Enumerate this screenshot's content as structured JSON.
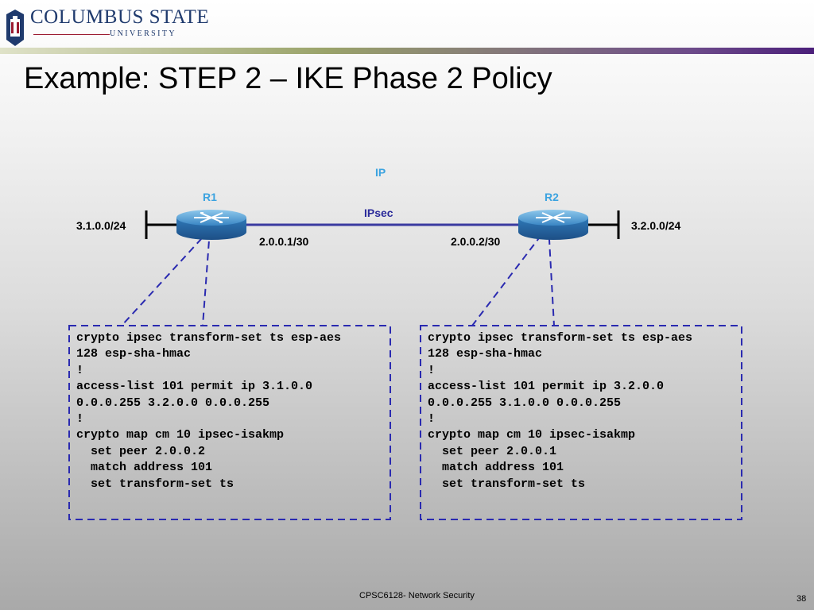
{
  "logo": {
    "line1": "COLUMBUS STATE",
    "line2": "UNIVERSITY"
  },
  "slide": {
    "title": "Example: STEP 2 – IKE Phase 2 Policy"
  },
  "diagram": {
    "ip_label": "IP",
    "ipsec_label": "IPsec",
    "r1": {
      "name": "R1",
      "lan": "3.1.0.0/24",
      "wan_ip": "2.0.0.1/30"
    },
    "r2": {
      "name": "R2",
      "lan": "3.2.0.0/24",
      "wan_ip": "2.0.0.2/30"
    }
  },
  "config_r1": [
    "crypto ipsec transform-set ts esp-aes",
    "128 esp-sha-hmac",
    "!",
    "access-list 101 permit ip 3.1.0.0",
    "0.0.0.255 3.2.0.0 0.0.0.255",
    "!",
    "crypto map cm 10 ipsec-isakmp",
    "  set peer 2.0.0.2",
    "  match address 101",
    "  set transform-set ts"
  ],
  "config_r2": [
    "crypto ipsec transform-set ts esp-aes",
    "128 esp-sha-hmac",
    "!",
    "access-list 101 permit ip 3.2.0.0",
    "0.0.0.255 3.1.0.0 0.0.0.255",
    "!",
    "crypto map cm 10 ipsec-isakmp",
    "  set peer 2.0.0.1",
    "  match address 101",
    "  set transform-set ts"
  ],
  "footer": {
    "course": "CPSC6128- Network Security",
    "page": "38"
  }
}
